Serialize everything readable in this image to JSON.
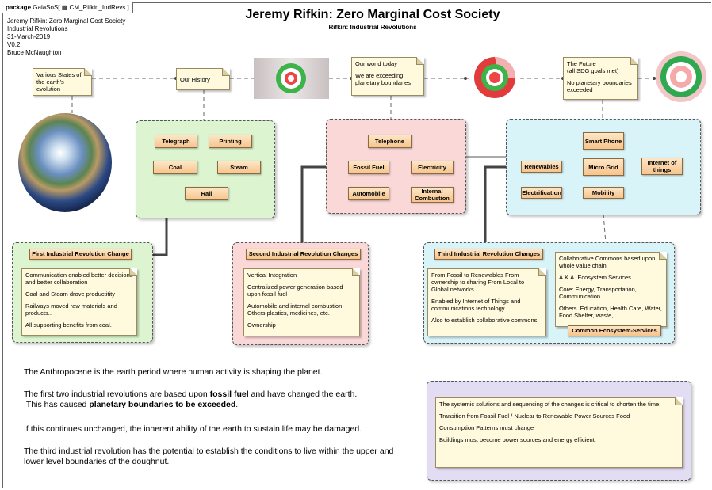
{
  "package": {
    "keyword": "package",
    "name": "GaiaSoS",
    "diagram": "CM_Rifkin_IndRevs"
  },
  "meta": [
    "Jeremy Rifkin:  Zero Marginal Cost Society",
    "Industrial Revolutions",
    "31-March-2019",
    "V0.2",
    "Bruce McNaughton"
  ],
  "title": "Jeremy Rifkin: Zero Marginal Cost Society",
  "subtitle": "Rifkin: Industrial Revolutions",
  "notes": {
    "states": "Various States of the earth's evolution",
    "history": "Our History",
    "today_1": "Our world today",
    "today_2": "We are exceeding planetary boundaries",
    "future_1": "The Future",
    "future_2": "(all SDG goals met)",
    "future_3": "No planetary boundaries exceeded"
  },
  "blocks": {
    "telegraph": "Telegraph",
    "printing": "Printing",
    "coal": "Coal",
    "steam": "Steam",
    "rail": "Rail",
    "telephone": "Telephone",
    "fossil_fuel": "Fossil Fuel",
    "electricity": "Electricity",
    "automobile": "Automobile",
    "internal_combustion": "Internal Combustion",
    "smart_phone": "Smart Phone",
    "renewables": "Renewables",
    "micro_grid": "Micro Grid",
    "internet_of_things": "Internet of things",
    "electrification": "Electrification",
    "mobility": "Mobility"
  },
  "first": {
    "header": "First Industrial Revolution Change",
    "lines": [
      "Communication enabled better decisions and better collaboration",
      "Coal and Steam drove productitity",
      "Railways moved raw materials and products..",
      "All supporting benefits from coal."
    ]
  },
  "second": {
    "header": "Second Industrial Revolution Changes",
    "lines": [
      "Vertical Integration",
      "Centralized power generation based upon fossil fuel",
      "Automobile and internal combustion Others plastics, medicines, etc.",
      "Ownership"
    ]
  },
  "third": {
    "header": "Third Industrial Revolution Changes",
    "lines": [
      "From Fossil to Renewables From ownership to sharing From Local to Global networks",
      "Enabled by Internet of Things and communications technology",
      "Also to establish collaborative commons"
    ]
  },
  "commons": {
    "lines": [
      "Collaborative Commons based upon whole value chain.",
      "A.K.A. Ecosystem Services",
      "Core:  Energy, Transportation, Communication.",
      "Others.  Education, Health Care, Water, Food Shelter, waste,"
    ],
    "label": "Common Ecosystem-Services"
  },
  "text": {
    "p1": "The Anthropocene is the earth period where human activity is shaping the planet.",
    "p2a": "The first two industrial revolutions are based upon ",
    "p2b": "fossil fuel",
    "p2c": " and have changed the earth.",
    "p3a": "This has caused ",
    "p3b": "planetary boundaries to be exceeded",
    "p3c": ".",
    "p4": "If this continues unchanged, the inherent ability of the earth to sustain life may be damaged.",
    "p5": "The third industrial revolution has the potential to establish the conditions to live within the upper and lower level boundaries of the doughnut."
  },
  "systemic": [
    "The systemic solutions and sequencing of the changes is critical to shorten the time.",
    "Transition from Fossil Fuel / Nuclear to Renewable Power Sources Food",
    "Consumption Patterns must change",
    "Buildings must become power sources and energy efficient."
  ],
  "colors": {
    "note_fill": "#fffadd",
    "block_fill": "#f7c48c",
    "green_group": "#dcf5d0",
    "red_group": "#fbd8d8",
    "cyan_group": "#d9f4f8",
    "purple_group": "#e3ddf3"
  }
}
